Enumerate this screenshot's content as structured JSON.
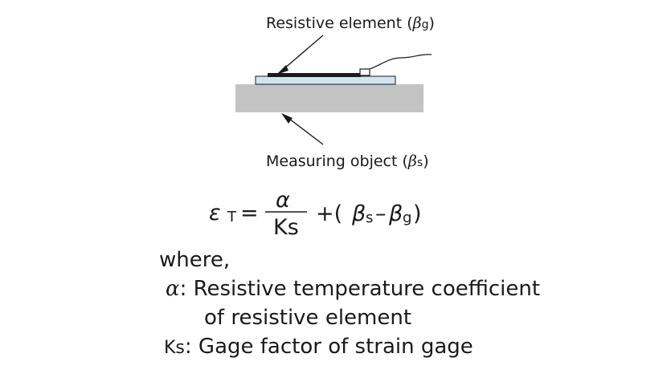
{
  "labels": {
    "resistive_element": "Resistive element (",
    "resistive_element_symbol": "β",
    "resistive_element_sub": "g",
    "resistive_element_close": ")",
    "measuring_object": "Measuring object (",
    "measuring_object_symbol": "β",
    "measuring_object_sub": "s",
    "measuring_object_close": ")"
  },
  "formula": {
    "lhs_symbol": "ε",
    "lhs_sub": "T",
    "equals": "=",
    "numerator": "α",
    "denominator": "Ks",
    "plus_open": "+(",
    "beta_s": "β",
    "beta_s_sub": "s",
    "minus": "–",
    "beta_g": "β",
    "beta_g_sub": "g",
    "close": ")"
  },
  "legend": {
    "intro": "where,",
    "alpha_symbol": "α",
    "alpha_text": ": Resistive temperature coefficient",
    "alpha_text_cont": "of resistive element",
    "ks_symbol": "Ks",
    "ks_text": ": Gage factor of strain gage"
  },
  "colors": {
    "measuring_object_fill": "#c3c3c3",
    "resistive_base_fill": "#cfe6f0",
    "resistive_element_fill": "#1a1a1a",
    "line": "#1a1a1a"
  }
}
